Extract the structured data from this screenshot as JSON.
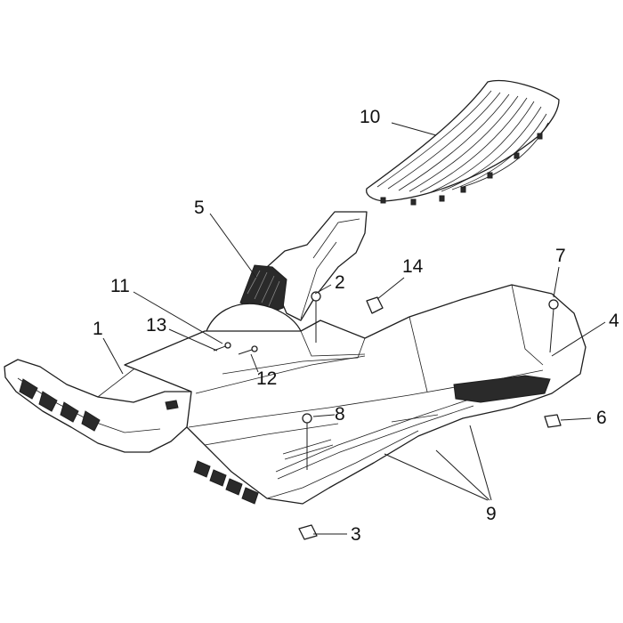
{
  "callouts": [
    {
      "id": "p1",
      "label": "1"
    },
    {
      "id": "p2",
      "label": "2"
    },
    {
      "id": "p3",
      "label": "3"
    },
    {
      "id": "p4",
      "label": "4"
    },
    {
      "id": "p5",
      "label": "5"
    },
    {
      "id": "p6",
      "label": "6"
    },
    {
      "id": "p7",
      "label": "7"
    },
    {
      "id": "p8",
      "label": "8"
    },
    {
      "id": "p9",
      "label": "9"
    },
    {
      "id": "p10",
      "label": "10"
    },
    {
      "id": "p11",
      "label": "11"
    },
    {
      "id": "p12",
      "label": "12"
    },
    {
      "id": "p13",
      "label": "13"
    },
    {
      "id": "p14",
      "label": "14"
    }
  ]
}
